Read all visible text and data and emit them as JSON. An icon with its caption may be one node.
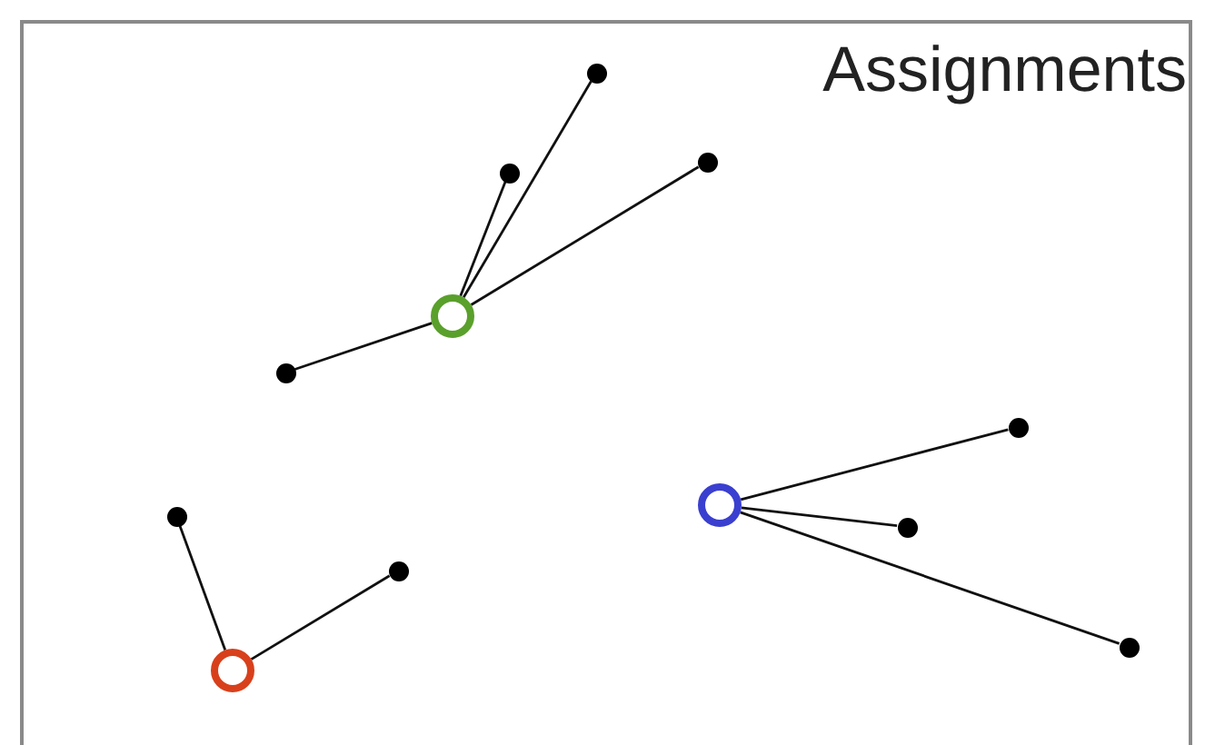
{
  "diagram": {
    "title": "Assignments",
    "nodes": [
      {
        "text": [],
        "shape": "dot"
      },
      {
        "text": [],
        "shape": "dot"
      },
      {
        "text": [],
        "shape": "dot"
      },
      {
        "text": [],
        "shape": "circle"
      },
      {
        "text": [],
        "shape": "dot"
      },
      {
        "text": [],
        "shape": "dot"
      },
      {
        "text": [],
        "shape": "circle"
      },
      {
        "text": [],
        "shape": "dot"
      },
      {
        "text": [],
        "shape": "dot"
      },
      {
        "text": [],
        "shape": "dot"
      },
      {
        "text": [],
        "shape": "dot"
      },
      {
        "text": [],
        "shape": "circle"
      }
    ],
    "edges": [
      {
        "from": 3,
        "to": 0,
        "arrow": "none"
      },
      {
        "from": 3,
        "to": 2,
        "arrow": "none"
      },
      {
        "from": 3,
        "to": 1,
        "arrow": "none"
      },
      {
        "from": 3,
        "to": 4,
        "arrow": "none"
      },
      {
        "from": 6,
        "to": 5,
        "arrow": "none"
      },
      {
        "from": 6,
        "to": 8,
        "arrow": "none"
      },
      {
        "from": 6,
        "to": 10,
        "arrow": "none"
      },
      {
        "from": 11,
        "to": 7,
        "arrow": "none"
      },
      {
        "from": 11,
        "to": 9,
        "arrow": "none"
      }
    ]
  }
}
